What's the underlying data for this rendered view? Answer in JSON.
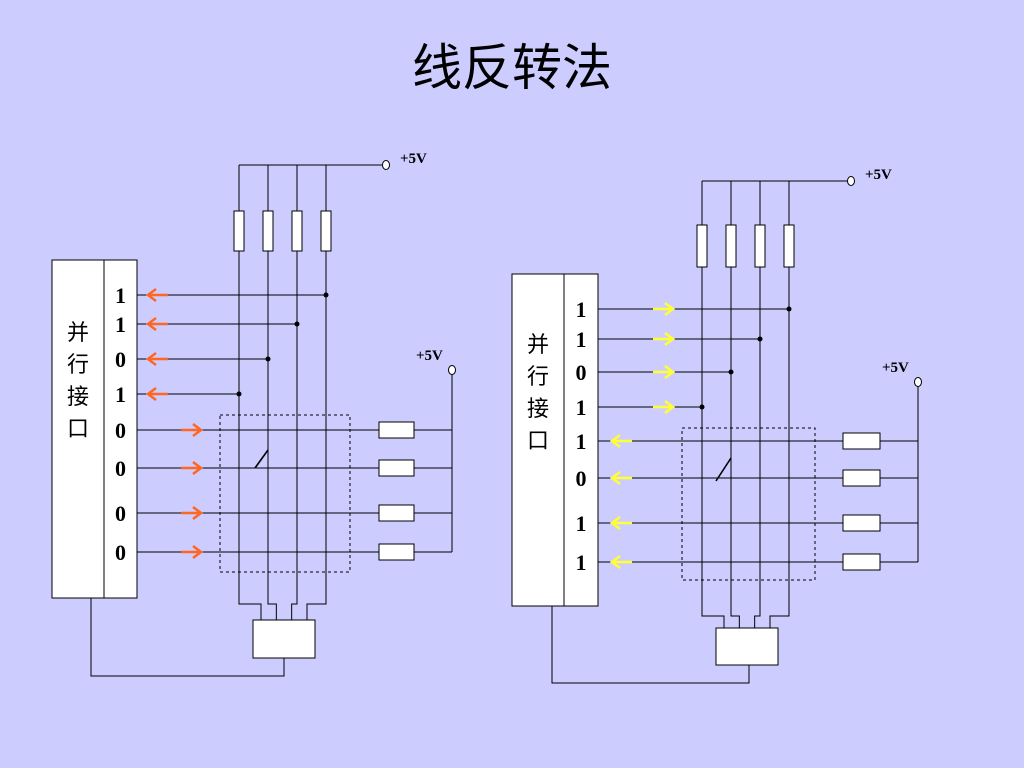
{
  "title": "线反转法",
  "left": {
    "port_label": "并行接口",
    "bits": [
      "1",
      "1",
      "0",
      "1",
      "0",
      "0",
      "0",
      "0"
    ],
    "vcc_top": "+5V",
    "vcc_right": "+5V"
  },
  "right": {
    "port_label": "并行接口",
    "bits": [
      "1",
      "1",
      "0",
      "1",
      "1",
      "0",
      "1",
      "1"
    ],
    "vcc_top": "+5V",
    "vcc_right": "+5V"
  },
  "colors": {
    "background": "#ccccff",
    "arrow_left": "#ff6622",
    "arrow_right": "#ffff33"
  }
}
